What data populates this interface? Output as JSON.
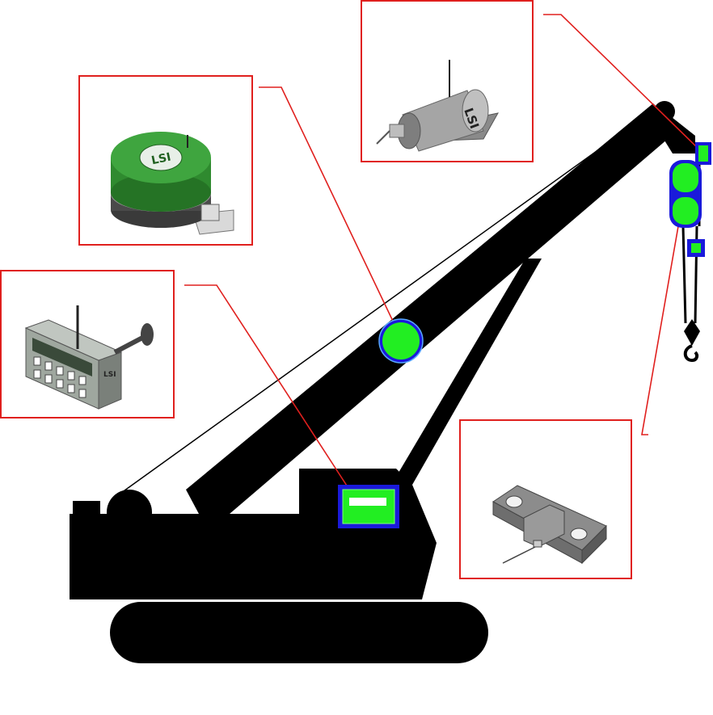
{
  "colors": {
    "crane": "#000000",
    "callout_line": "#e0201e",
    "sensor_fill": "#22ee22",
    "sensor_outline": "#1a1adb",
    "device_green": "#2f8a2f",
    "device_gray": "#9a9a9a"
  },
  "device_labels": {
    "drum_sensor_badge": "LSI",
    "load_pin_lettering": "LSI",
    "display_brand": "LSI"
  },
  "callouts": [
    {
      "id": "drum-rotation-sensor",
      "icon": "drum-sensor-icon"
    },
    {
      "id": "angle-sensor",
      "icon": "angle-sensor-icon"
    },
    {
      "id": "wireless-display",
      "icon": "display-unit-icon"
    },
    {
      "id": "load-cell",
      "icon": "load-cell-icon"
    }
  ]
}
